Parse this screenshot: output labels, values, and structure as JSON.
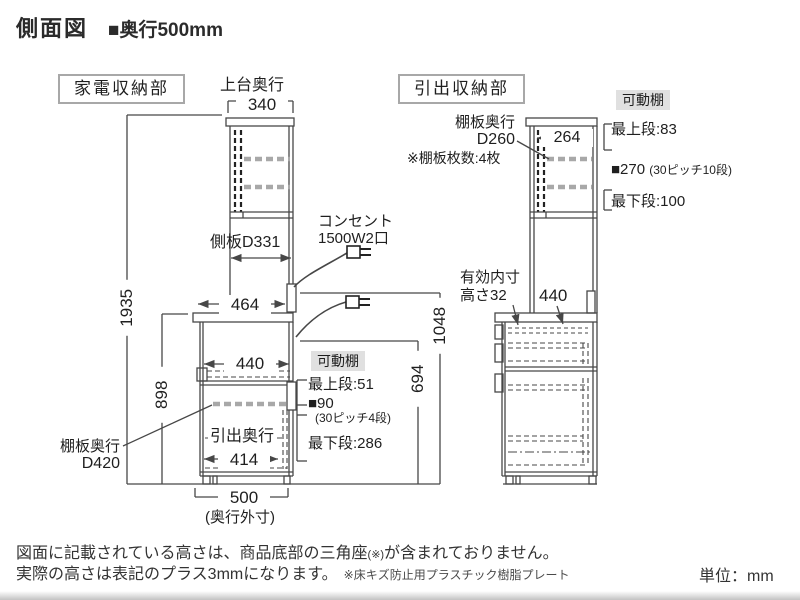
{
  "header": {
    "title": "側面図",
    "subtitle": "■奥行500mm"
  },
  "left": {
    "section_label": "家電収納部",
    "top_depth_caption": "上台奥行",
    "dim_340": "340",
    "side_panel": "側板D331",
    "outlet_line1": "コンセント",
    "outlet_line2": "1500W2口",
    "dim_464": "464",
    "dim_440": "440",
    "dim_1935": "1935",
    "dim_898": "898",
    "dim_694": "694",
    "dim_1048": "1048",
    "shelf_caption1": "棚板奥行",
    "shelf_caption2": "D420",
    "drawer_caption": "引出奥行",
    "dim_414": "414",
    "dim_500": "500",
    "dim_500_note": "(奥行外寸)",
    "movable": {
      "title": "可動棚",
      "top": "最上段:51",
      "pitch": "■90",
      "pitch_note": "(30ピッチ4段)",
      "bottom": "最下段:286"
    }
  },
  "right": {
    "section_label": "引出収納部",
    "shelf_caption1": "棚板奥行",
    "shelf_caption2": "D260",
    "shelf_note": "※棚板枚数:4枚",
    "dim_264": "264",
    "movable": {
      "title": "可動棚",
      "top": "最上段:83",
      "pitch": "■270",
      "pitch_note": "(30ピッチ10段)",
      "bottom": "最下段:100"
    },
    "inner_caption1": "有効内寸",
    "inner_caption2": "高さ32",
    "dim_440": "440"
  },
  "footer": {
    "note1_a": "図面に記載されている高さは、商品底部の三角座",
    "note1_sup": "(※)",
    "note1_b": "が含まれておりません。",
    "note2": "実際の高さは表記のプラス3mmになります。",
    "note2_small": "※床キズ防止用プラスチック樹脂プレート",
    "unit": "単位：mm"
  }
}
